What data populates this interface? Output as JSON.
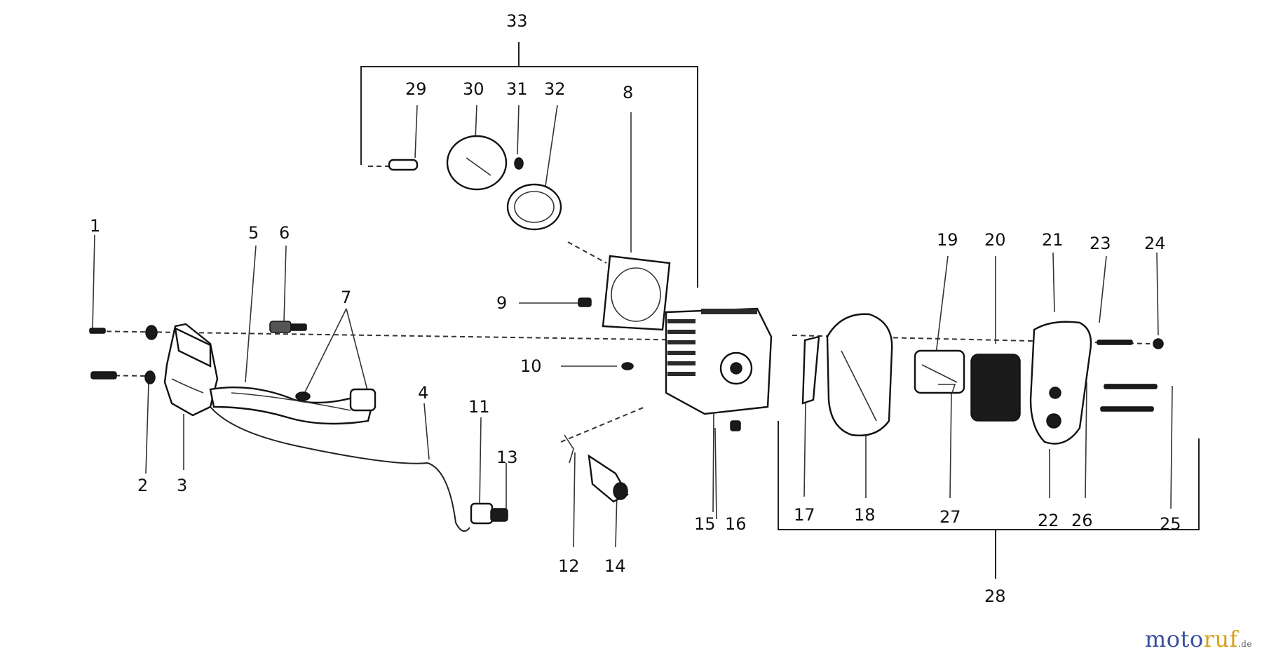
{
  "diagram": {
    "labels": {
      "l1": "1",
      "l2": "2",
      "l3": "3",
      "l4": "4",
      "l5": "5",
      "l6": "6",
      "l7": "7",
      "l8": "8",
      "l9": "9",
      "l10": "10",
      "l11": "11",
      "l12": "12",
      "l13": "13",
      "l14": "14",
      "l15": "15",
      "l16": "16",
      "l17": "17",
      "l18": "18",
      "l19": "19",
      "l20": "20",
      "l21": "21",
      "l22": "22",
      "l23": "23",
      "l24": "24",
      "l25": "25",
      "l26": "26",
      "l27": "27",
      "l28": "28",
      "l29": "29",
      "l30": "30",
      "l31": "31",
      "l32": "32",
      "l33": "33"
    }
  },
  "watermark": {
    "part1": "moto",
    "part2": "ruf",
    "part3": ".de"
  },
  "colors": {
    "ink": "#111111",
    "brand_blue": "#3a4fa0",
    "brand_gold": "#d6a11a"
  }
}
